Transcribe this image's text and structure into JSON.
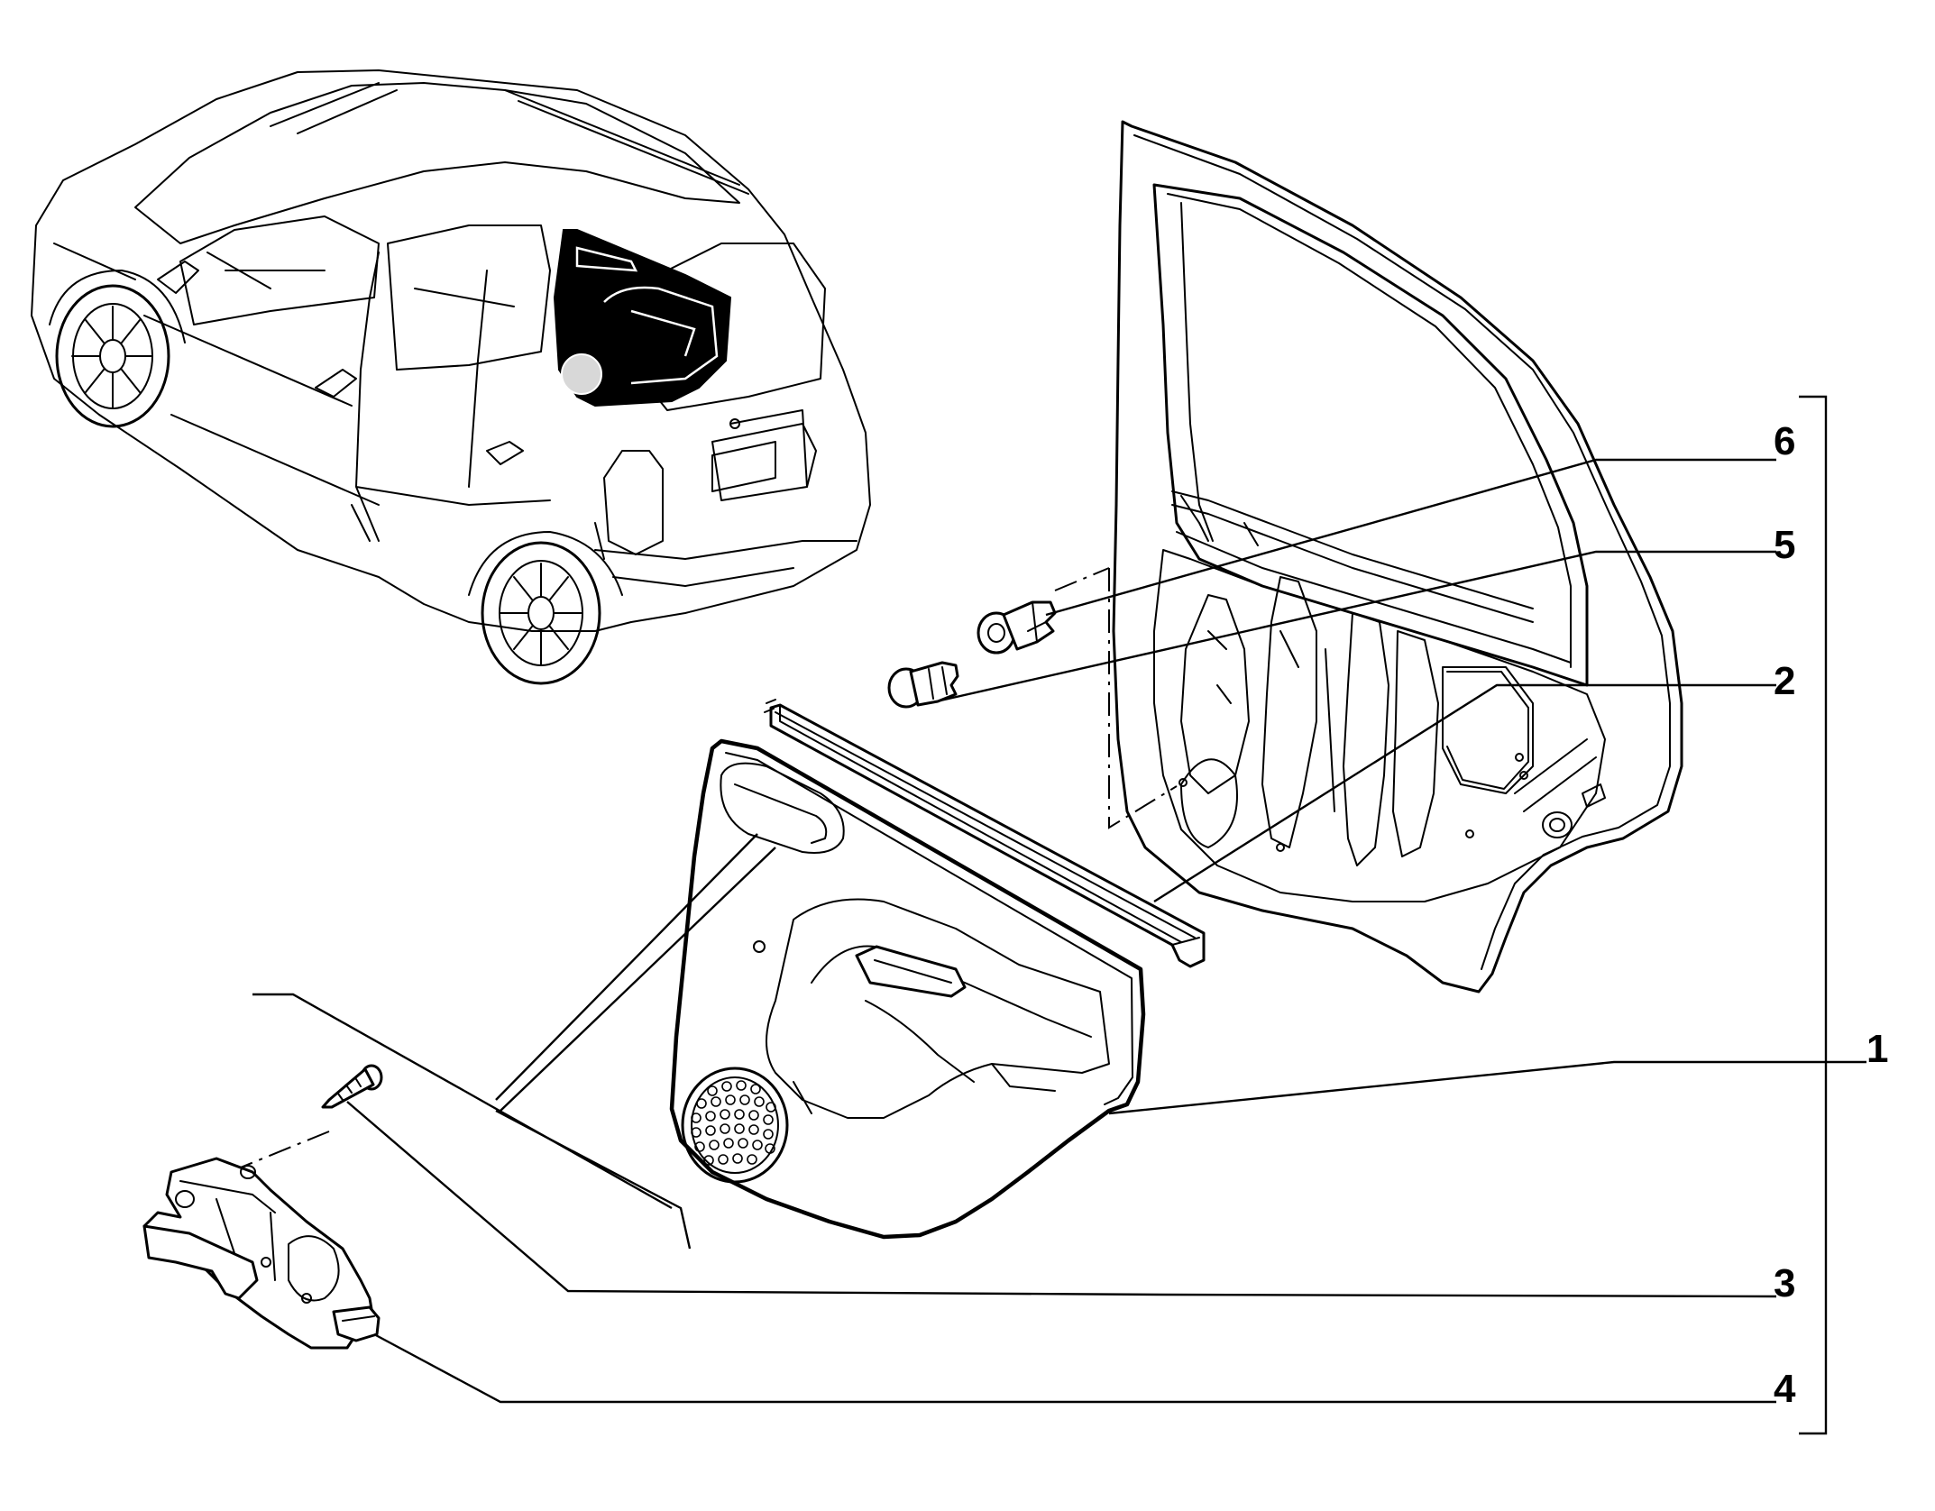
{
  "diagram": {
    "callouts": [
      {
        "id": "6",
        "label": "6"
      },
      {
        "id": "5",
        "label": "5"
      },
      {
        "id": "2",
        "label": "2"
      },
      {
        "id": "1",
        "label": "1"
      },
      {
        "id": "3",
        "label": "3"
      },
      {
        "id": "4",
        "label": "4"
      }
    ],
    "parts": [
      "car-overview",
      "door-frame",
      "door-trim-panel",
      "window-seal-strip",
      "trim-clip",
      "rivet-plug",
      "tapping-screw",
      "door-handle-bracket"
    ]
  }
}
